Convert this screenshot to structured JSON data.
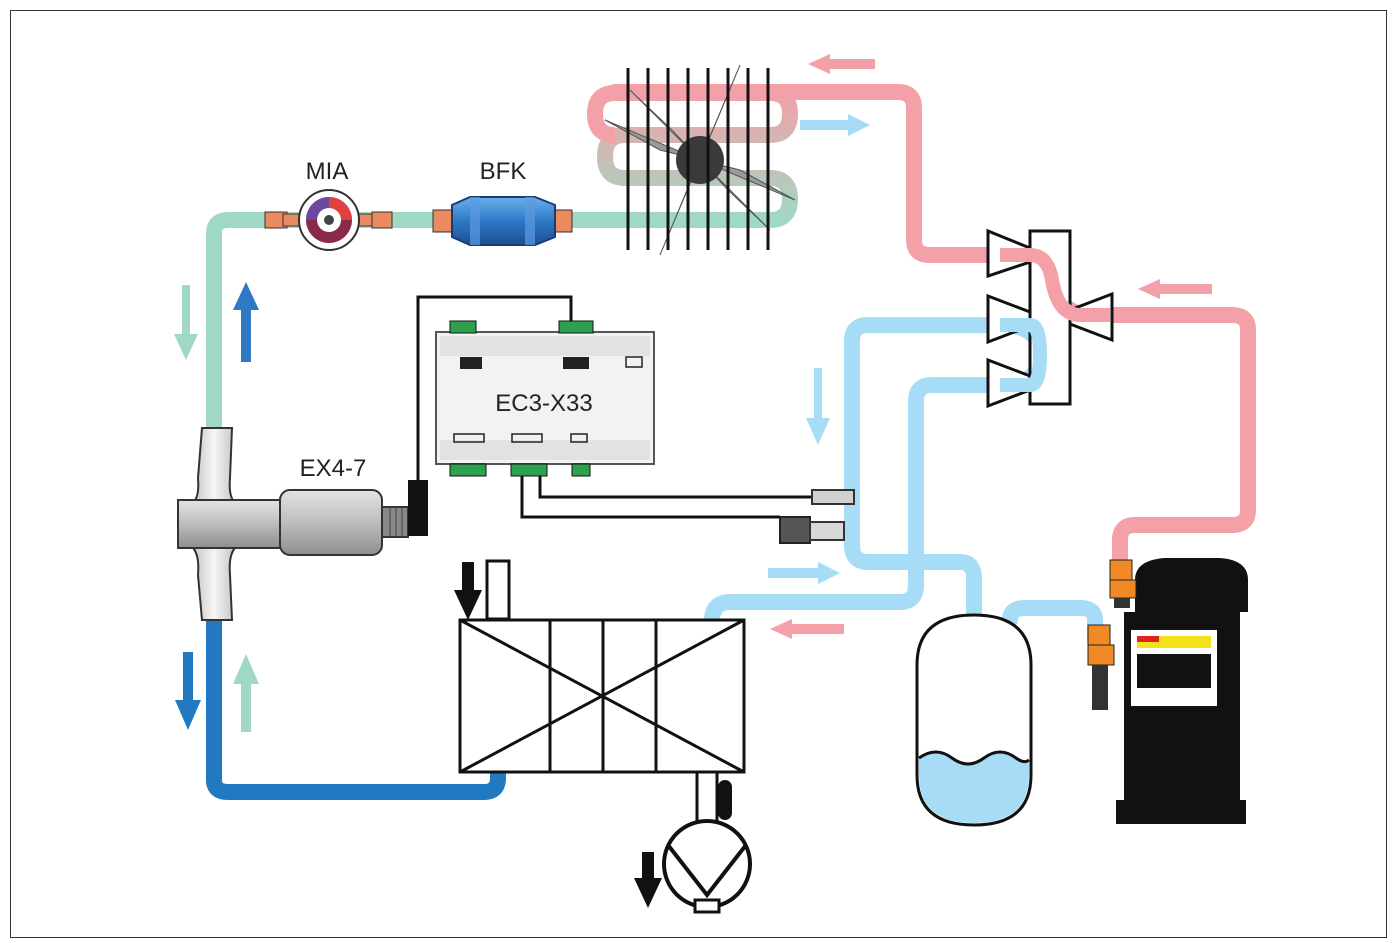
{
  "labels": {
    "mia": "MIA",
    "bfk": "BFK",
    "controller": "EC3-X33",
    "valve": "EX4-7"
  },
  "colors": {
    "hot_gas": "#f3a0a8",
    "liquid": "#9fd9c3",
    "suction": "#a6dcf6",
    "cold_liquid": "#2179c2",
    "filter_drier": "#2e78c6",
    "fitting": "#e98a60",
    "compressor": "#111111",
    "module_green": "#2ea14f",
    "wire": "#111111"
  },
  "icons": {
    "flow_arrow": "flow-arrow-icon",
    "fan": "fan-icon",
    "sight_glass": "sight-glass-icon"
  }
}
